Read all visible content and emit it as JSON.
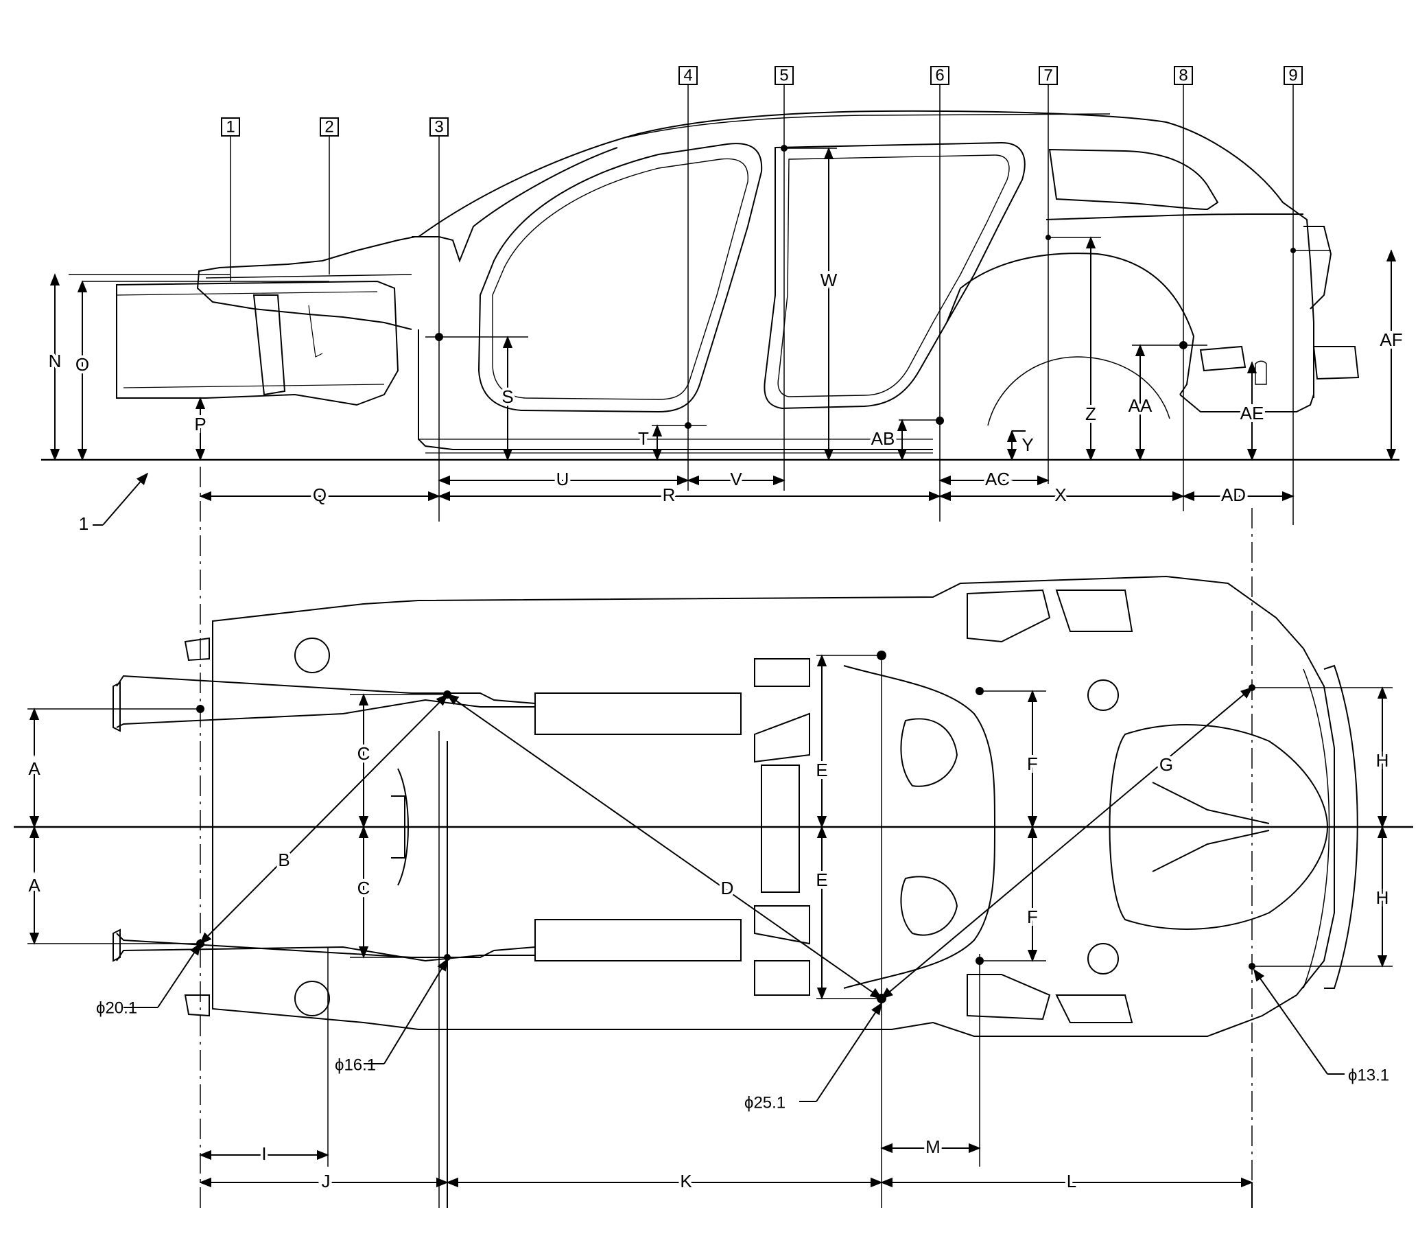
{
  "reference_boxes": [
    "1",
    "2",
    "3",
    "4",
    "5",
    "6",
    "7",
    "8",
    "9"
  ],
  "callout_datum": "1",
  "side_view_dims": {
    "N": "N",
    "O": "O",
    "P": "P",
    "Q": "Q",
    "R": "R",
    "S": "S",
    "T": "T",
    "U": "U",
    "V": "V",
    "W": "W",
    "X": "X",
    "Y": "Y",
    "Z": "Z",
    "AA": "AA",
    "AB": "AB",
    "AC": "AC",
    "AD": "AD",
    "AE": "AE",
    "AF": "AF"
  },
  "underbody_dims": {
    "A_top": "A",
    "A_bot": "A",
    "B": "B",
    "C_top": "C",
    "C_bot": "C",
    "D": "D",
    "E_top": "E",
    "E_bot": "E",
    "F_top": "F",
    "F_bot": "F",
    "G": "G",
    "H_top": "H",
    "H_bot": "H",
    "I": "I",
    "J": "J",
    "K": "K",
    "L": "L",
    "M": "M"
  },
  "hole_sizes": {
    "front": "ϕ20.1",
    "second": "ϕ16.1",
    "center": "ϕ25.1",
    "rear": "ϕ13.1"
  }
}
